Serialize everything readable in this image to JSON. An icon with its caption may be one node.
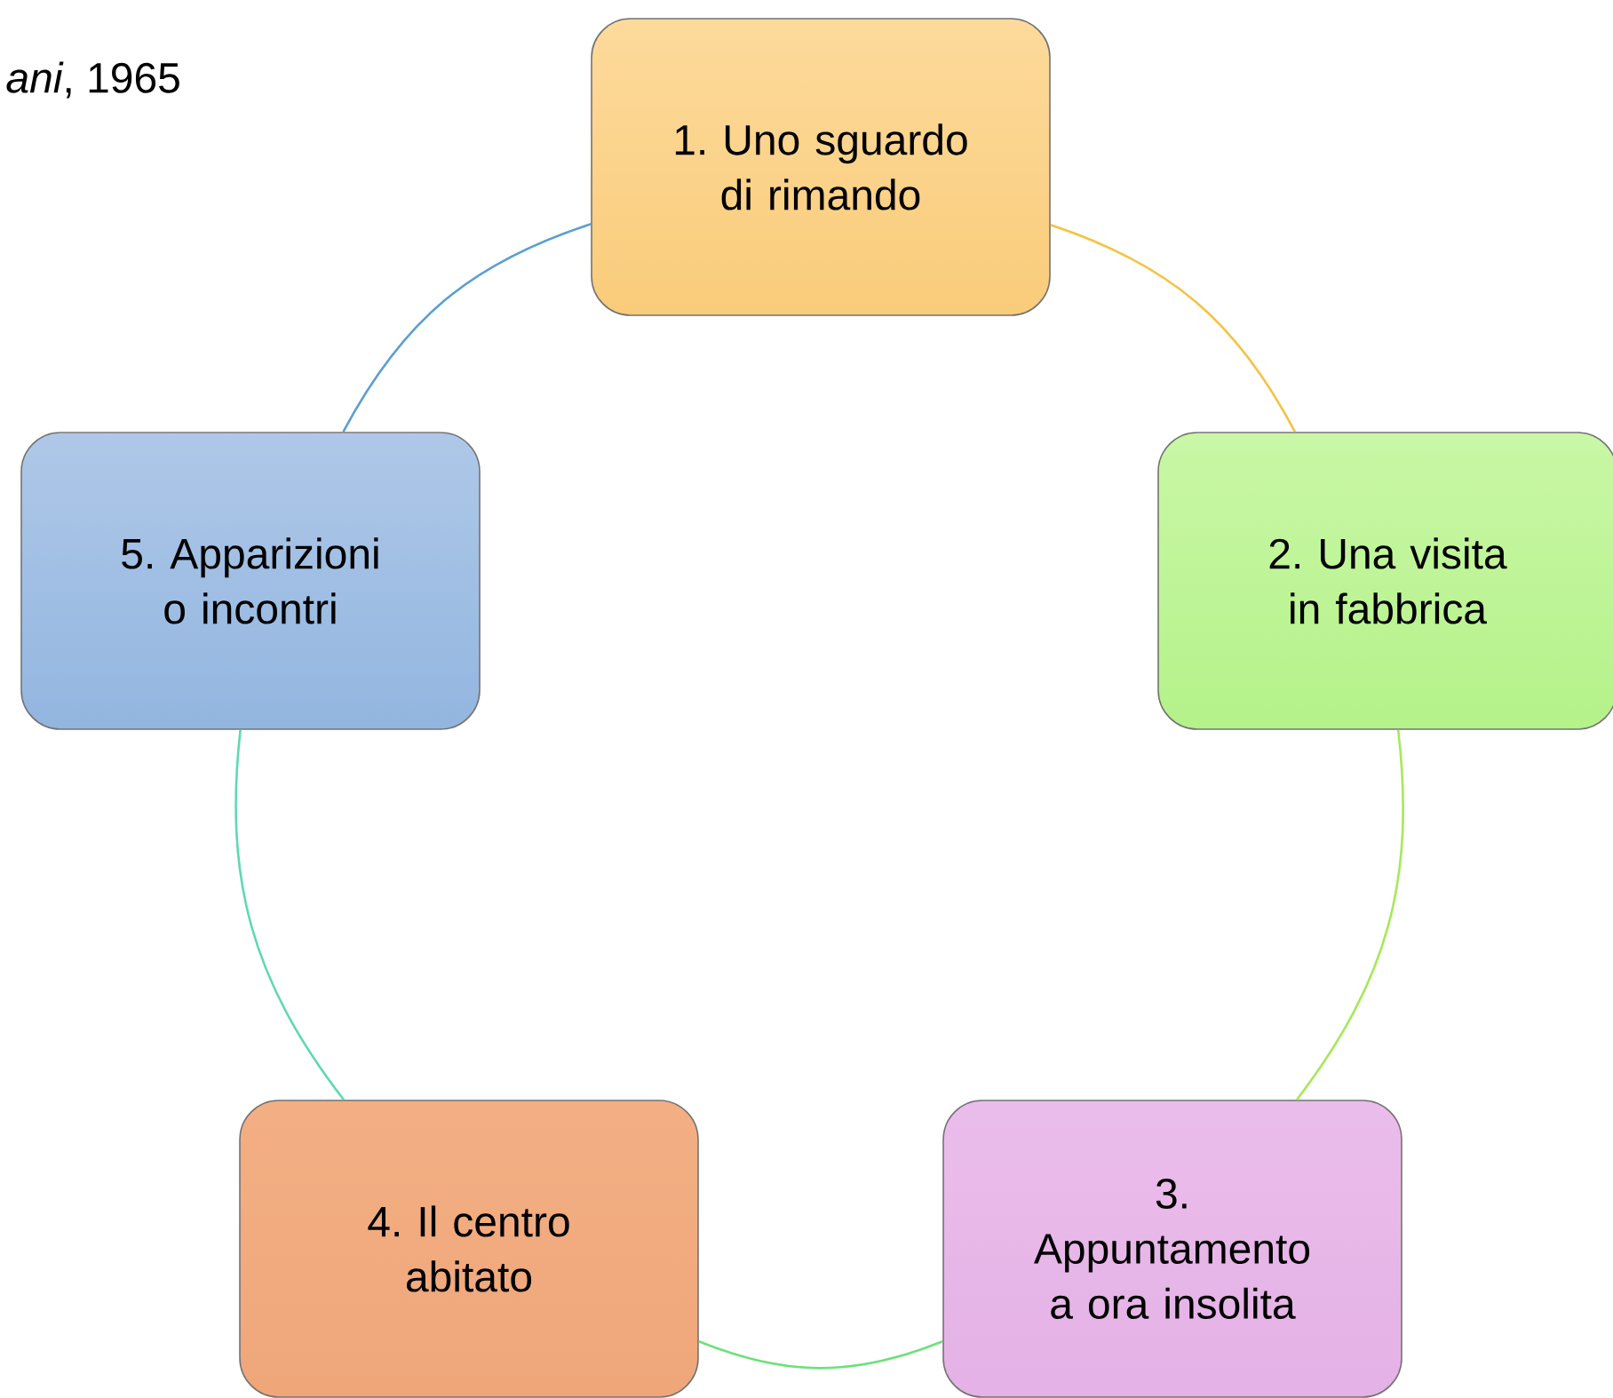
{
  "diagram": {
    "nodes": [
      {
        "text": [
          "1. Uno sguardo di rimando"
        ]
      },
      {
        "text": [
          "2. Una visita in fabbrica"
        ]
      },
      {
        "text": [
          "3. Appuntamento a ora insolita"
        ]
      },
      {
        "text": [
          "4. Il centro abitato"
        ]
      },
      {
        "text": [
          "5. Apparizioni o incontri"
        ]
      }
    ],
    "edges": [
      {
        "from": 0,
        "to": 1,
        "arrow": "none",
        "color": "#f5c242"
      },
      {
        "from": 1,
        "to": 2,
        "arrow": "none",
        "color": "#a6e85a"
      },
      {
        "from": 2,
        "to": 3,
        "arrow": "none",
        "color": "#6ee07a"
      },
      {
        "from": 3,
        "to": 4,
        "arrow": "none",
        "color": "#5fd8b4"
      },
      {
        "from": 4,
        "to": 0,
        "arrow": "none",
        "color": "#5b9fd3"
      }
    ],
    "labels": [
      "*ani*, 1965"
    ]
  }
}
